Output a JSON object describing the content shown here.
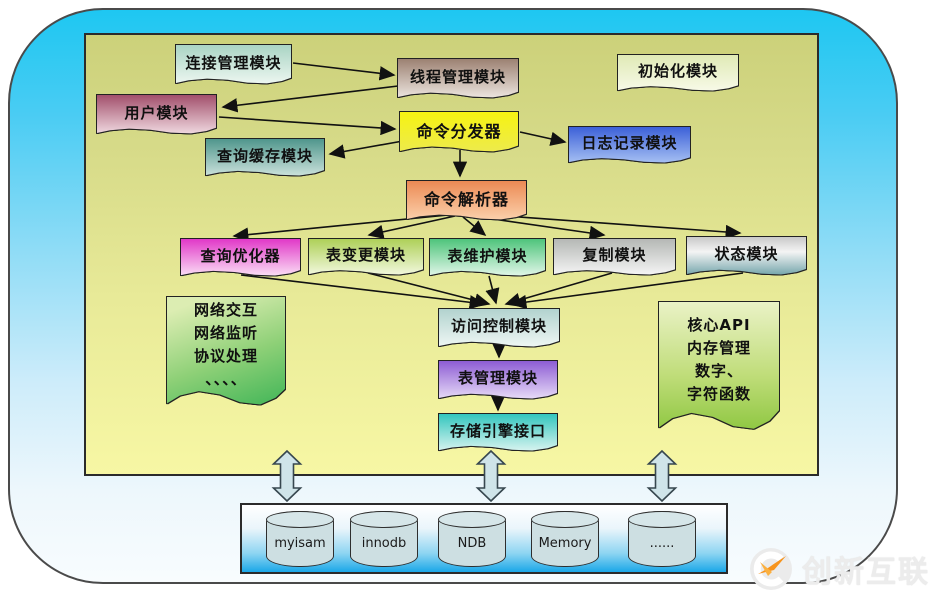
{
  "diagram": {
    "nodes": {
      "connection": {
        "label": "连接管理模块"
      },
      "thread": {
        "label": "线程管理模块"
      },
      "init": {
        "label": "初始化模块"
      },
      "user": {
        "label": "用户模块"
      },
      "dispatcher": {
        "label": "命令分发器"
      },
      "log": {
        "label": "日志记录模块"
      },
      "qcache": {
        "label": "查询缓存模块"
      },
      "parser": {
        "label": "命令解析器"
      },
      "optimizer": {
        "label": "查询优化器"
      },
      "table_change": {
        "label": "表变更模块"
      },
      "table_maintenance": {
        "label": "表维护模块"
      },
      "replication": {
        "label": "复制模块"
      },
      "status": {
        "label": "状态模块"
      },
      "access_control": {
        "label": "访问控制模块"
      },
      "table_management": {
        "label": "表管理模块"
      },
      "storage_engine_interface": {
        "label": "存储引擎接口"
      }
    },
    "notes": {
      "left": {
        "lines": [
          "网络交互",
          "网络监听",
          "协议处理",
          "、、、、"
        ]
      },
      "right": {
        "lines": [
          "核心API",
          "内存管理",
          "数字、",
          "字符函数"
        ]
      }
    },
    "storage_engines": [
      "myisam",
      "innodb",
      "NDB",
      "Memory",
      "......"
    ]
  },
  "watermark": {
    "text": "创新互联"
  },
  "colors": {
    "outer_top": "#1ec7f2",
    "inner_top": "#ccd17a",
    "inner_bottom": "#f7f7a4",
    "db_bottom": "#1ba7e8",
    "watermark_orange": "#f7941d"
  }
}
